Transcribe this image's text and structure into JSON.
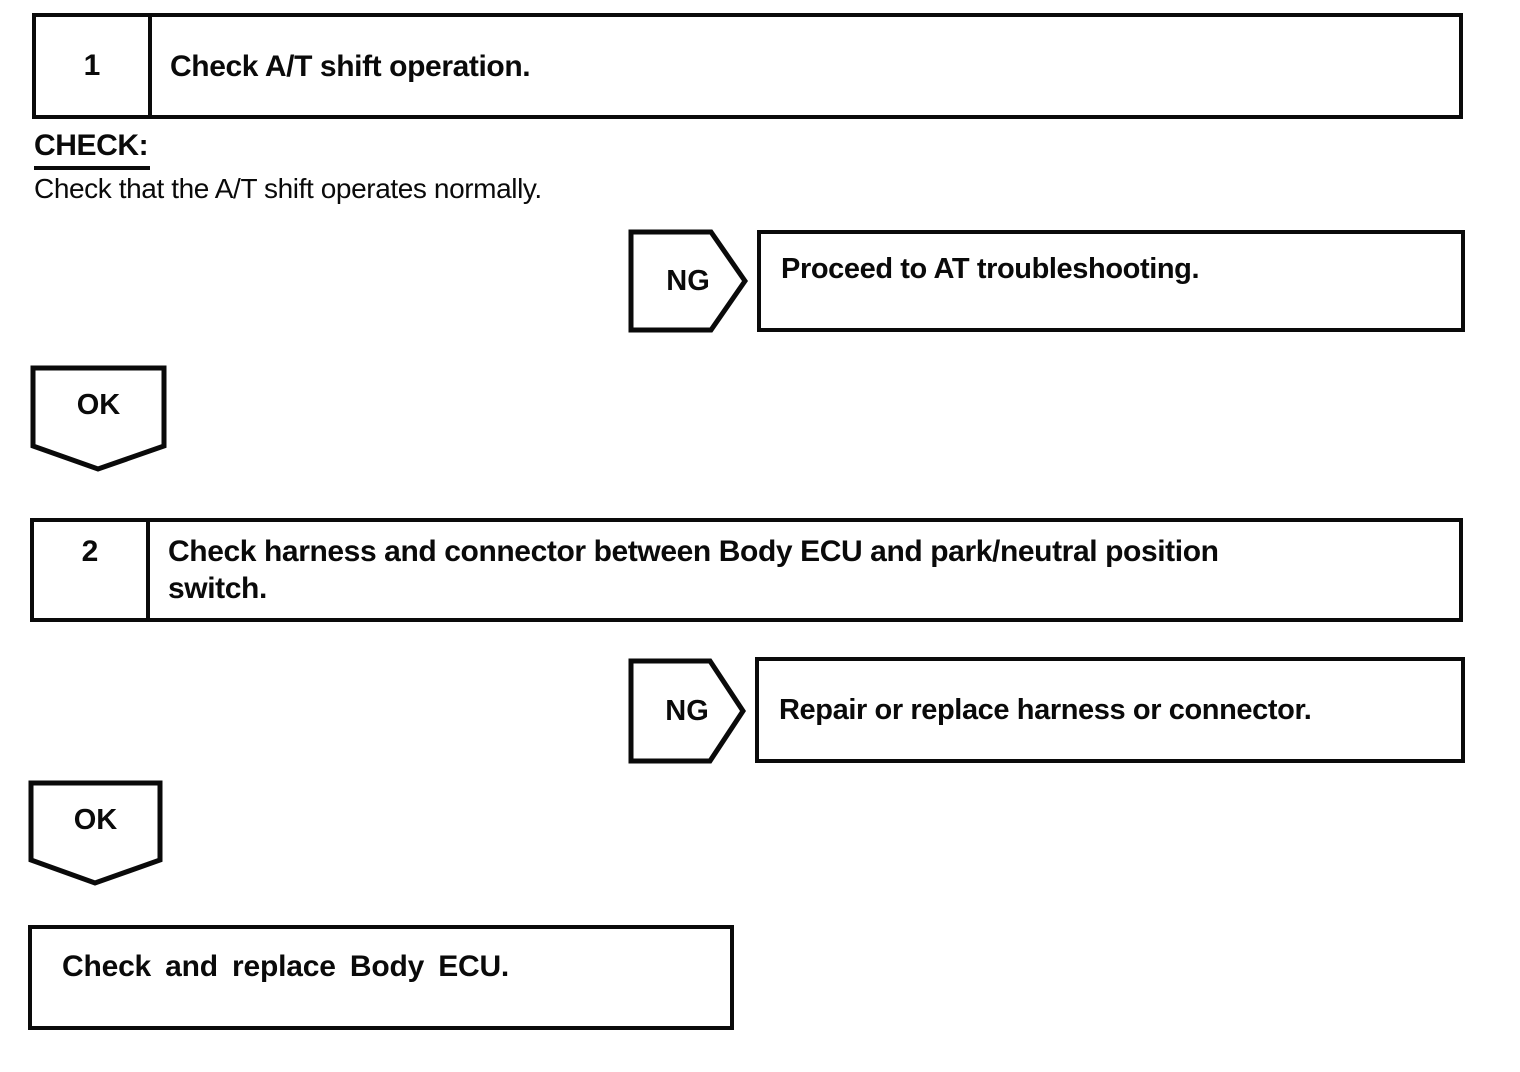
{
  "colors": {
    "ink": "#0a0a0a",
    "paper": "#ffffff"
  },
  "steps": [
    {
      "number": "1",
      "title": "Check A/T shift operation."
    },
    {
      "number": "2",
      "title": "Check harness and connector between Body ECU and park/neutral position\nswitch."
    }
  ],
  "check_note": {
    "label": "CHECK:",
    "text": "Check that the A/T shift operates normally."
  },
  "branches": [
    {
      "tag": "NG",
      "action": "Proceed to AT troubleshooting."
    },
    {
      "tag": "NG",
      "action": "Repair or replace harness or connector."
    }
  ],
  "ok_labels": [
    "OK",
    "OK"
  ],
  "final_action": "Check and replace Body ECU."
}
